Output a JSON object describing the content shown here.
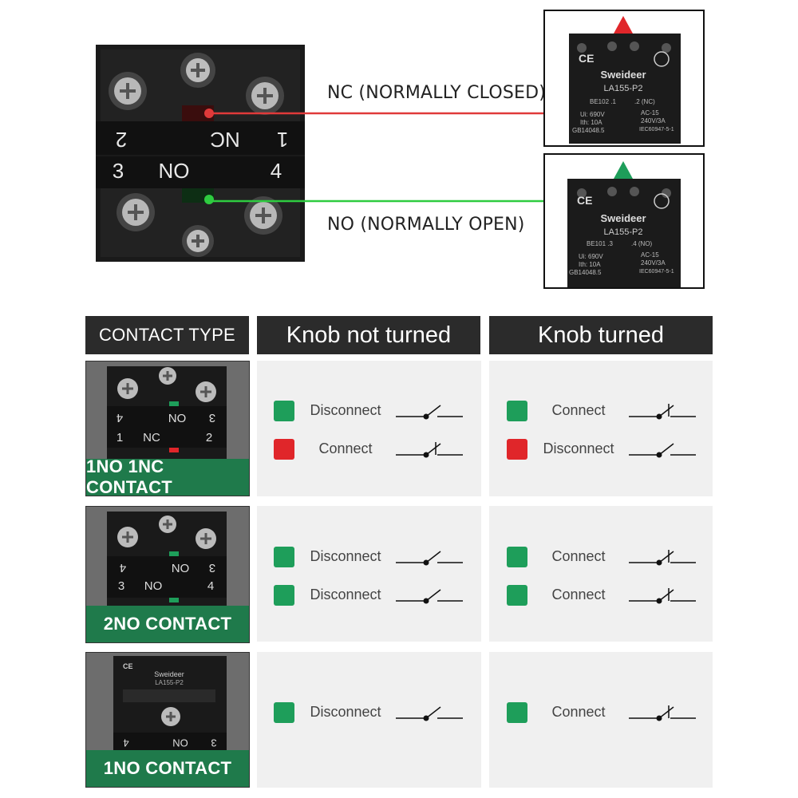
{
  "top": {
    "nc_label": "NC (NORMALLY CLOSED)",
    "no_label": "NO (NORMALLY OPEN)",
    "block_labels": {
      "left_top": "2",
      "mid_top": "NC",
      "right_top": "1",
      "left_bot": "3",
      "mid_bot": "NO",
      "right_bot": "4"
    },
    "nc_product": {
      "brand": "Sweideer",
      "model": "LA155-P2",
      "code": "BE102 .1",
      "code_tail": ".2 (NC)",
      "ui": "Ui: 690V",
      "ith": "Ith: 10A",
      "gb": "GB14048.5",
      "ac": "AC-15",
      "rating": "240V/3A",
      "iec": "IEC60947-5-1"
    },
    "no_product": {
      "brand": "Sweideer",
      "model": "LA155-P2",
      "code": "BE101 .3",
      "code_tail": ".4 (NO)",
      "ui": "Ui: 690V",
      "ith": "Ith: 10A",
      "gb": "GB14048.5",
      "ac": "AC-15",
      "rating": "240V/3A",
      "iec": "IEC60947-5-1"
    }
  },
  "table": {
    "headers": {
      "type": "CONTACT TYPE",
      "not_turned": "Knob not turned",
      "turned": "Knob turned"
    },
    "rows": [
      {
        "type_label": "1NO 1NC CONTACT",
        "thumb_marks": {
          "r1l": "4",
          "r1m": "ON",
          "r1r": "3",
          "r2l": "1",
          "r2m": "NC",
          "r2r": "2"
        },
        "not_turned": [
          {
            "state": "Disconnect",
            "color": "green",
            "switch": "open"
          },
          {
            "state": "Connect",
            "color": "red",
            "switch": "closed"
          }
        ],
        "turned": [
          {
            "state": "Connect",
            "color": "green",
            "switch": "closed"
          },
          {
            "state": "Disconnect",
            "color": "red",
            "switch": "open"
          }
        ]
      },
      {
        "type_label": "2NO  CONTACT",
        "thumb_marks": {
          "r1l": "4",
          "r1m": "ON",
          "r1r": "3",
          "r2l": "3",
          "r2m": "NO",
          "r2r": "4"
        },
        "not_turned": [
          {
            "state": "Disconnect",
            "color": "green",
            "switch": "open"
          },
          {
            "state": "Disconnect",
            "color": "green",
            "switch": "open"
          }
        ],
        "turned": [
          {
            "state": "Connect",
            "color": "green",
            "switch": "closed"
          },
          {
            "state": "Connect",
            "color": "green",
            "switch": "closed"
          }
        ]
      },
      {
        "type_label": "1NO CONTACT",
        "thumb_marks": {
          "r1l": "4",
          "r1m": "ON",
          "r1r": "3",
          "brand": "Sweideer",
          "model": "LA155-P2"
        },
        "not_turned": [
          {
            "state": "Disconnect",
            "color": "green",
            "switch": "open"
          }
        ],
        "turned": [
          {
            "state": "Connect",
            "color": "green",
            "switch": "closed"
          }
        ]
      }
    ]
  },
  "colors": {
    "green": "#1e9e5a",
    "red": "#e0262a",
    "header": "#2b2b2b",
    "label_bg": "#1f7a4b",
    "nc_line": "#e03a3a",
    "no_line": "#2ecc40"
  }
}
